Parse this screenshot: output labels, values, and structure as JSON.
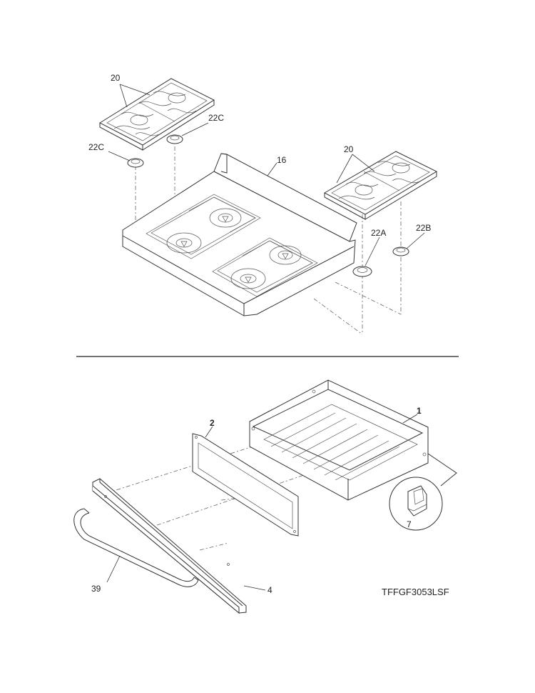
{
  "labels": {
    "p20_left": "20",
    "p22c_upper": "22C",
    "p22c_left": "22C",
    "p16": "16",
    "p20_right": "20",
    "p22a": "22A",
    "p22b": "22B",
    "p1": "1",
    "p2": "2",
    "p7": "7",
    "p39": "39",
    "p4": "4"
  },
  "model_number": "TFFGF3053LSF"
}
